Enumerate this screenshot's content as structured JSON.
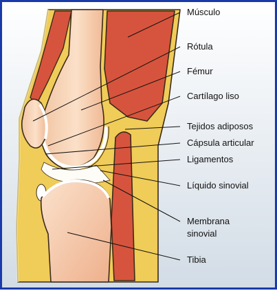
{
  "labels": {
    "musculo": "Músculo",
    "rotula": "Rótula",
    "femur": "Fémur",
    "cartilago": "Cartílago liso",
    "tejidos": "Tejidos adiposos",
    "capsula": "Cápsula articular",
    "ligamentos": "Ligamentos",
    "liquido": "Líquido sinovial",
    "membrana_1": "Membrana",
    "membrana_2": "sinovial",
    "tibia": "Tibia"
  },
  "colors": {
    "frame": "#1a3aa8",
    "background_top": "#ffffff",
    "background_bottom": "#d2dce6",
    "bone": "#f6ceae",
    "bone_shadow": "#e9a985",
    "muscle": "#d6543d",
    "fat": "#f0cc58",
    "cartilage": "#ffffff",
    "outline": "#3a2a1a"
  }
}
